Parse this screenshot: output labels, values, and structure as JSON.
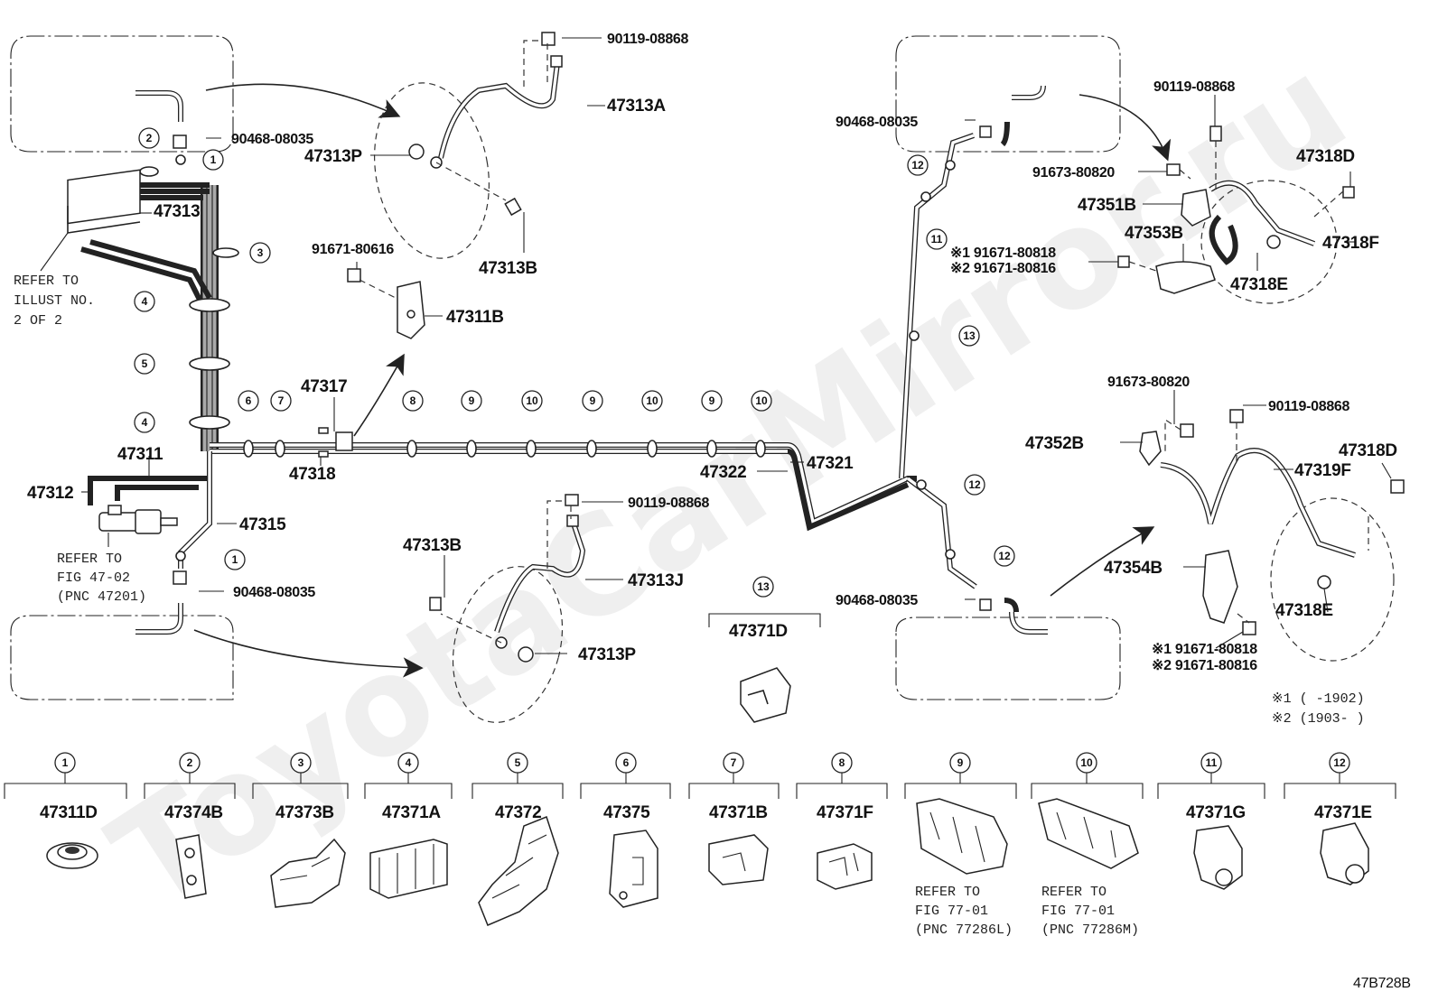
{
  "watermark": "ToyotaCarMirror.ru",
  "figure_code": "47B728B",
  "legend": {
    "n1": "※1 (       -1902)",
    "n2": "※2 (1903-       )"
  },
  "notes": {
    "refer_illust_1": "REFER TO",
    "refer_illust_2": "ILLUST NO.",
    "refer_illust_3": "2 OF 2",
    "refer_fig_1": "REFER TO",
    "refer_fig_2": "FIG 47-02",
    "refer_fig_3": "(PNC 47201)",
    "refer_77286l_1": "REFER TO",
    "refer_77286l_2": "FIG 77-01",
    "refer_77286l_3": "(PNC 77286L)",
    "refer_77286m_1": "REFER TO",
    "refer_77286m_2": "FIG 77-01",
    "refer_77286m_3": "(PNC 77286M)"
  },
  "parts": {
    "p_90119_08868_a": "90119-08868",
    "p_47313A": "47313A",
    "p_90468_08035_a": "90468-08035",
    "p_47313P_a": "47313P",
    "p_47313": "47313",
    "p_47313B_a": "47313B",
    "p_91671_80616": "91671-80616",
    "p_47311B": "47311B",
    "p_47317": "47317",
    "p_47318": "47318",
    "p_47311": "47311",
    "p_47312": "47312",
    "p_47315": "47315",
    "p_90468_08035_b": "90468-08035",
    "p_47313B_b": "47313B",
    "p_90119_08868_b": "90119-08868",
    "p_47313J": "47313J",
    "p_47313P_b": "47313P",
    "p_47371D": "47371D",
    "p_47322": "47322",
    "p_47321": "47321",
    "p_90468_08035_c": "90468-08035",
    "p_90468_08035_d": "90468-08035",
    "p_90119_08868_c": "90119-08868",
    "p_91673_80820_a": "91673-80820",
    "p_47351B": "47351B",
    "p_47353B": "47353B",
    "p_91671_80818_a": "※1 91671-80818",
    "p_91671_80816_a": "※2 91671-80816",
    "p_47318D_a": "47318D",
    "p_47318F": "47318F",
    "p_47318E_a": "47318E",
    "p_91673_80820_b": "91673-80820",
    "p_90119_08868_d": "90119-08868",
    "p_47352B": "47352B",
    "p_47318D_b": "47318D",
    "p_47319F": "47319F",
    "p_47354B": "47354B",
    "p_47318E_b": "47318E",
    "p_91671_80818_b": "※1 91671-80818",
    "p_91671_80816_b": "※2 91671-80816"
  },
  "callouts": [
    "1",
    "2",
    "3",
    "4",
    "5",
    "6",
    "7",
    "8",
    "9",
    "10",
    "11",
    "12",
    "13"
  ],
  "clip_catalog": [
    {
      "num": "1",
      "part": "47311D"
    },
    {
      "num": "2",
      "part": "47374B"
    },
    {
      "num": "3",
      "part": "47373B"
    },
    {
      "num": "4",
      "part": "47371A"
    },
    {
      "num": "5",
      "part": "47372"
    },
    {
      "num": "6",
      "part": "47375"
    },
    {
      "num": "7",
      "part": "47371B"
    },
    {
      "num": "8",
      "part": "47371F"
    },
    {
      "num": "9",
      "part": "REFER TO FIG 77-01 (PNC 77286L)"
    },
    {
      "num": "10",
      "part": "REFER TO FIG 77-01 (PNC 77286M)"
    },
    {
      "num": "11",
      "part": "47371G"
    },
    {
      "num": "12",
      "part": "47371E"
    }
  ],
  "clip_catalog_labels": {
    "c1": "47311D",
    "c2": "47374B",
    "c3": "47373B",
    "c4": "47371A",
    "c5": "47372",
    "c6": "47375",
    "c7": "47371B",
    "c8": "47371F",
    "c11": "47371G",
    "c12": "47371E"
  }
}
